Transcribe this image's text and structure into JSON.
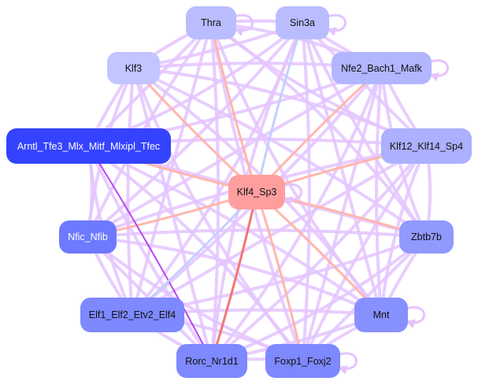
{
  "nodes": [
    {
      "id": "Thra",
      "label": "Thra",
      "color": "#b9bdff"
    },
    {
      "id": "Sin3a",
      "label": "Sin3a",
      "color": "#b9bdff"
    },
    {
      "id": "Klf3",
      "label": "Klf3",
      "color": "#c2c5ff"
    },
    {
      "id": "Nfe2_Bach1_Mafk",
      "label": "Nfe2_Bach1_Mafk",
      "color": "#b1b6ff"
    },
    {
      "id": "Arntl",
      "label": "Arntl_Tfe3_Mlx_Mitf_Mlxipl_Tfec",
      "color": "#3443ff"
    },
    {
      "id": "Klf12",
      "label": "Klf12_Klf14_Sp4",
      "color": "#abb0ff"
    },
    {
      "id": "Klf4_Sp3",
      "label": "Klf4_Sp3",
      "color": "#ff9e9e"
    },
    {
      "id": "Nfic_Nfib",
      "label": "Nfic_Nfib",
      "color": "#6d79ff"
    },
    {
      "id": "Zbtb7b",
      "label": "Zbtb7b",
      "color": "#9199ff"
    },
    {
      "id": "Elf1",
      "label": "Elf1_Elf2_Etv2_Elf4",
      "color": "#7e88ff"
    },
    {
      "id": "Mnt",
      "label": "Mnt",
      "color": "#8790ff"
    },
    {
      "id": "Rorc_Nr1d1",
      "label": "Rorc_Nr1d1",
      "color": "#7e88ff"
    },
    {
      "id": "Foxp1_Foxj2",
      "label": "Foxp1_Foxj2",
      "color": "#7e88ff"
    }
  ],
  "edge_colors": {
    "default": "#e4c4ff",
    "salmon": "#ffb3aa",
    "blue": "#c4ccff",
    "red": "#f26f6f",
    "purple": "#b43cf0"
  },
  "self_loops": [
    "Thra",
    "Sin3a",
    "Nfe2_Bach1_Mafk",
    "Mnt",
    "Foxp1_Foxj2",
    "Klf4_Sp3"
  ],
  "special_edges": [
    [
      "Klf4_Sp3",
      "Thra",
      "salmon"
    ],
    [
      "Klf4_Sp3",
      "Sin3a",
      "blue"
    ],
    [
      "Klf4_Sp3",
      "Nfe2_Bach1_Mafk",
      "salmon"
    ],
    [
      "Klf4_Sp3",
      "Klf12",
      "salmon"
    ],
    [
      "Klf4_Sp3",
      "Zbtb7b",
      "salmon"
    ],
    [
      "Klf4_Sp3",
      "Mnt",
      "salmon"
    ],
    [
      "Klf4_Sp3",
      "Rorc_Nr1d1",
      "red"
    ],
    [
      "Klf4_Sp3",
      "Foxp1_Foxj2",
      "salmon"
    ],
    [
      "Klf4_Sp3",
      "Nfic_Nfib",
      "salmon"
    ],
    [
      "Klf4_Sp3",
      "Arntl",
      "salmon"
    ],
    [
      "Klf4_Sp3",
      "Klf3",
      "salmon"
    ],
    [
      "Arntl",
      "Rorc_Nr1d1",
      "purple"
    ],
    [
      "Klf4_Sp3",
      "Elf1",
      "blue"
    ]
  ]
}
